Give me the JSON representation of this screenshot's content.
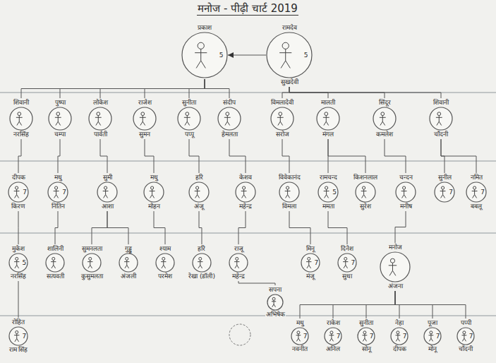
{
  "diagram": {
    "title": "मनोज - पीढ़ी चार्ट 2019",
    "nodes": [
      {
        "text": [
          "प्रकाश",
          "5"
        ]
      },
      {
        "text": [
          "रामदेव",
          "5",
          "सुखदेवी"
        ]
      },
      {
        "text": [
          "शिवानी",
          "नरसिंह"
        ]
      },
      {
        "text": [
          "पुष्पा",
          "चम्पा"
        ]
      },
      {
        "text": [
          "लोकेश",
          "पार्वती"
        ]
      },
      {
        "text": [
          "राजेश",
          "सुमन"
        ]
      },
      {
        "text": [
          "सुनीता",
          "पप्पू"
        ]
      },
      {
        "text": [
          "संदीप",
          "हेमलता"
        ]
      },
      {
        "text": [
          "विमलादेवी",
          "सरोज"
        ]
      },
      {
        "text": [
          "मालती",
          "मंगल"
        ]
      },
      {
        "text": [
          "सिंदूर",
          "कमलेश"
        ]
      },
      {
        "text": [
          "शिवानी",
          "चाँदनी"
        ]
      },
      {
        "text": [
          "दीपक",
          "7",
          "किरण"
        ]
      },
      {
        "text": [
          "मधु",
          "7",
          "नितिन"
        ]
      },
      {
        "text": [
          "सुमी",
          "आशा"
        ]
      },
      {
        "text": [
          "मधु",
          "मोहन"
        ]
      },
      {
        "text": [
          "हरि",
          "अंजू"
        ]
      },
      {
        "text": [
          "केशव",
          "महेन्द्र"
        ]
      },
      {
        "text": [
          "विवेकानंद",
          "विमला"
        ]
      },
      {
        "text": [
          "रामचन्द",
          "5",
          "ममता"
        ]
      },
      {
        "text": [
          "किशनलाल",
          "सुरेश"
        ]
      },
      {
        "text": [
          "चन्दन",
          "मनीष"
        ]
      },
      {
        "text": [
          "सुनील",
          "7"
        ]
      },
      {
        "text": [
          "नमित",
          "7",
          "बबलू"
        ]
      },
      {
        "text": [
          "मुकेश",
          "5",
          "नरसिंह"
        ]
      },
      {
        "text": [
          "शालिनी",
          "सत्यवती"
        ]
      },
      {
        "text": [
          "सुमनलता",
          "कुसुमलता"
        ]
      },
      {
        "text": [
          "गुड्डू",
          "अंजली"
        ]
      },
      {
        "text": [
          "श्याम",
          "परमेश"
        ]
      },
      {
        "text": [
          "हरि",
          "रेखा (डॉली)"
        ]
      },
      {
        "text": [
          "राजू",
          "महेन्द्र"
        ]
      },
      {
        "text": [
          "मिनू",
          "7",
          "मंजू"
        ]
      },
      {
        "text": [
          "दिनेश",
          "7",
          "सुधा"
        ]
      },
      {
        "text": [
          "मनोज",
          "अंजना"
        ]
      },
      {
        "text": [
          "सपना",
          "अभिषेक"
        ]
      },
      {
        "text": [
          "रोहित",
          "7",
          "राम सिंह"
        ]
      },
      {
        "text": [
          "मधु",
          "7",
          "नवनीत"
        ]
      },
      {
        "text": [
          "राकेश",
          "7",
          "अनिल"
        ]
      },
      {
        "text": [
          "सुनीता",
          "7",
          "सोनू"
        ]
      },
      {
        "text": [
          "नेहा",
          "7",
          "दीपक"
        ]
      },
      {
        "text": [
          "पूजा",
          "7",
          "मोनू"
        ]
      },
      {
        "text": [
          "पप्पी",
          "7",
          "चाँदनी"
        ]
      }
    ],
    "edges": [
      {
        "from": 1,
        "to": 0,
        "arrow": "to"
      },
      {
        "from": 0,
        "to": 2,
        "arrow": "none"
      },
      {
        "from": 0,
        "to": 3,
        "arrow": "none"
      },
      {
        "from": 0,
        "to": 4,
        "arrow": "none"
      },
      {
        "from": 0,
        "to": 5,
        "arrow": "none"
      },
      {
        "from": 0,
        "to": 6,
        "arrow": "none"
      },
      {
        "from": 0,
        "to": 7,
        "arrow": "none"
      },
      {
        "from": 1,
        "to": 8,
        "arrow": "none"
      },
      {
        "from": 1,
        "to": 9,
        "arrow": "none"
      },
      {
        "from": 1,
        "to": 10,
        "arrow": "none"
      },
      {
        "from": 1,
        "to": 11,
        "arrow": "none"
      },
      {
        "from": 2,
        "to": 12,
        "arrow": "none"
      },
      {
        "from": 3,
        "to": 13,
        "arrow": "none"
      },
      {
        "from": 4,
        "to": 14,
        "arrow": "none"
      },
      {
        "from": 5,
        "to": 15,
        "arrow": "none"
      },
      {
        "from": 6,
        "to": 16,
        "arrow": "none"
      },
      {
        "from": 7,
        "to": 17,
        "arrow": "none"
      },
      {
        "from": 8,
        "to": 18,
        "arrow": "none"
      },
      {
        "from": 9,
        "to": 19,
        "arrow": "none"
      },
      {
        "from": 9,
        "to": 20,
        "arrow": "none"
      },
      {
        "from": 10,
        "to": 21,
        "arrow": "none"
      },
      {
        "from": 11,
        "to": 22,
        "arrow": "none"
      },
      {
        "from": 11,
        "to": 23,
        "arrow": "none"
      },
      {
        "from": 12,
        "to": 24,
        "arrow": "none"
      },
      {
        "from": 13,
        "to": 25,
        "arrow": "none"
      },
      {
        "from": 14,
        "to": 26,
        "arrow": "none"
      },
      {
        "from": 14,
        "to": 27,
        "arrow": "none"
      },
      {
        "from": 15,
        "to": 28,
        "arrow": "none"
      },
      {
        "from": 16,
        "to": 29,
        "arrow": "none"
      },
      {
        "from": 17,
        "to": 30,
        "arrow": "none"
      },
      {
        "from": 18,
        "to": 31,
        "arrow": "none"
      },
      {
        "from": 19,
        "to": 32,
        "arrow": "none"
      },
      {
        "from": 21,
        "to": 33,
        "arrow": "none"
      },
      {
        "from": 30,
        "to": 34,
        "arrow": "none"
      },
      {
        "from": 24,
        "to": 35,
        "arrow": "none"
      },
      {
        "from": 33,
        "to": 36,
        "arrow": "none"
      },
      {
        "from": 33,
        "to": 37,
        "arrow": "none"
      },
      {
        "from": 33,
        "to": 38,
        "arrow": "none"
      },
      {
        "from": 33,
        "to": 39,
        "arrow": "none"
      },
      {
        "from": 33,
        "to": 40,
        "arrow": "none"
      },
      {
        "from": 33,
        "to": 41,
        "arrow": "none"
      }
    ]
  }
}
